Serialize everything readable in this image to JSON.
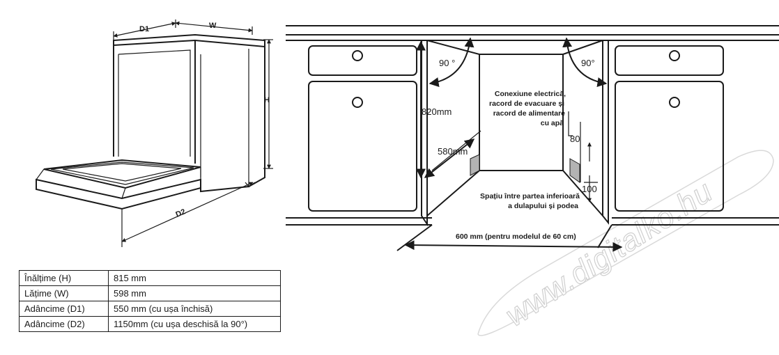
{
  "dishwasher": {
    "label_d1": "D1",
    "label_w": "W",
    "label_h": "H",
    "label_d2": "D2"
  },
  "cabinet": {
    "angle_left": "90 °",
    "angle_right": "90°",
    "height": "820mm",
    "depth": "580mm",
    "connection_lines": [
      "Conexiune electrică,",
      "racord de evacuare și",
      "racord de alimentare",
      "cu apă"
    ],
    "dim_80": "80",
    "dim_100": "100",
    "gap_lines": [
      "Spațiu între partea inferioară",
      "a dulapului și podea"
    ],
    "width_note": "600 mm (pentru modelul de 60 cm)"
  },
  "specs": {
    "rows": [
      {
        "label": "Înălțime (H)",
        "value": "815 mm"
      },
      {
        "label": "Lățime (W)",
        "value": "598 mm"
      },
      {
        "label": "Adâncime (D1)",
        "value": "550 mm (cu ușa închisă)"
      },
      {
        "label": "Adâncime (D2)",
        "value": "1150mm (cu ușa deschisă la 90°)"
      }
    ]
  },
  "watermark": "www.digitalko.hu",
  "colors": {
    "line": "#1a1a1a",
    "watermark": "#d9d9d9",
    "panel_gray": "#b3b3b3"
  }
}
